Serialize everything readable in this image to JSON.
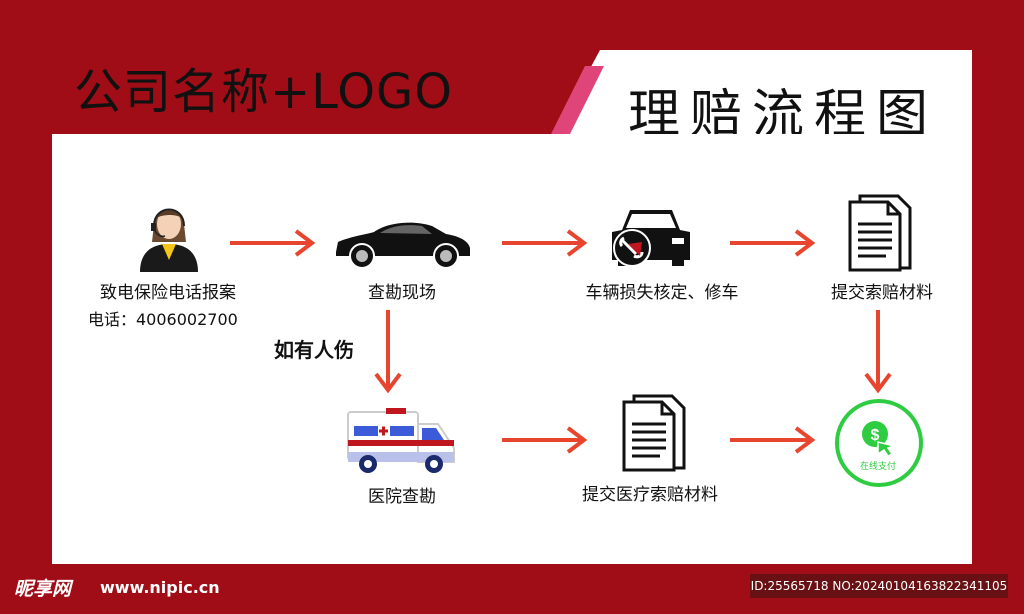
{
  "header": {
    "company": "公司名称+LOGO",
    "title": "理赔流程图"
  },
  "flow": {
    "step_report": "致电保险电话报案",
    "phone": "电话：4006002700",
    "step_survey": "查勘现场",
    "step_assess": "车辆损失核定、修车",
    "step_submit": "提交索赔材料",
    "injury_note": "如有人伤",
    "step_hospital": "医院查勘",
    "step_medical_submit": "提交医疗索赔材料",
    "pay_label": "在线支付"
  },
  "icons": {
    "agent": "customer-service-agent-icon",
    "car": "sedan-car-icon",
    "repair": "car-repair-icon",
    "document": "document-icon",
    "ambulance": "ambulance-icon",
    "payment": "online-payment-icon"
  },
  "colors": {
    "background": "#a00d16",
    "arrow": "#e8452e",
    "pink_accent": "#e0457a",
    "payment_green": "#2ecc40"
  },
  "footer": {
    "logo": "昵享网",
    "url": "www.nipic.cn",
    "id_text": "ID:25565718 NO:20240104163822341105"
  }
}
